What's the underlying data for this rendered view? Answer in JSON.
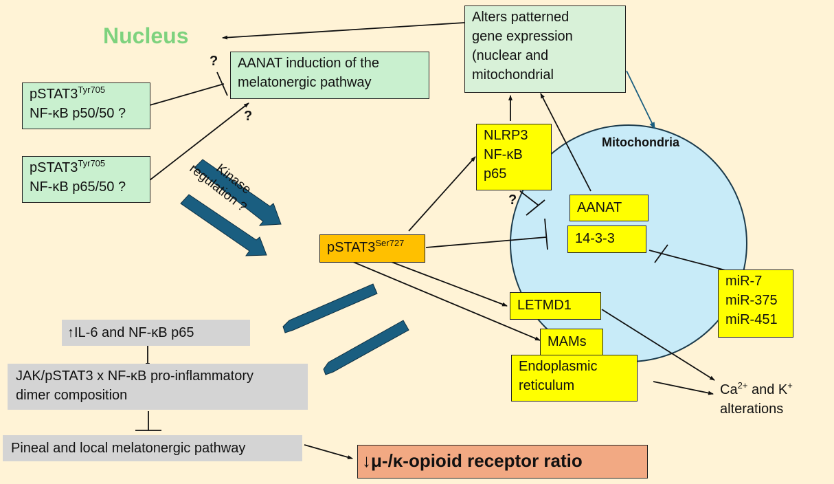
{
  "title": "Nucleus",
  "mitochondria_label": "Mitochondria",
  "colors": {
    "background": "#fff3d6",
    "nucleus_title": "#7ed27e",
    "green_box": "#c9f0cf",
    "yellow_box": "#ffff00",
    "orange_box": "#ffc000",
    "grey_box": "#d4d4d4",
    "salmon_box": "#f2a983",
    "mitochondria_fill": "#c8ebf8",
    "block_arrow": "#1a5e80"
  },
  "boxes": {
    "aanat_induction": {
      "line1": "AANAT induction of the",
      "line2": "melatonergic pathway"
    },
    "alters_expression": {
      "line1": "Alters patterned",
      "line2": "gene expression",
      "line3": "(nuclear and",
      "line4": "mitochondrial"
    },
    "pstat3_p5050": {
      "line1_base": "pSTAT3",
      "line1_sup": "Tyr705",
      "line2": "NF-κB p50/50 ?"
    },
    "pstat3_p6550": {
      "line1_base": "pSTAT3",
      "line1_sup": "Tyr705",
      "line2": "NF-κB p65/50 ?"
    },
    "nlrp3": {
      "line1": "NLRP3",
      "line2": "NF-κB",
      "line3": "p65"
    },
    "aanat": "AANAT",
    "fourteen33": "14-3-3",
    "pstat3_ser": {
      "base": "pSTAT3",
      "sup": "Ser727"
    },
    "letmd1": "LETMD1",
    "mams": "MAMs",
    "er": {
      "line1": "Endoplasmic",
      "line2": "reticulum"
    },
    "mirs": {
      "line1": "miR-7",
      "line2": "miR-375",
      "line3": "miR-451"
    },
    "ion": {
      "line1_a": "Ca",
      "line1_sup1": "2+",
      "line1_b": " and K",
      "line1_sup2": "+",
      "line2": "alterations"
    },
    "il6": {
      "arrow": "↑",
      "text": "IL-6 and NF-κB p65"
    },
    "jak": {
      "line1": "JAK/pSTAT3 x NF-κB pro-inflammatory",
      "line2": "dimer composition"
    },
    "pineal": "Pineal and local melatonergic pathway",
    "opioid": {
      "arrow": "↓",
      "text": "μ-/κ-opioid receptor ratio"
    }
  },
  "kinase_label": {
    "line1": "Kinase",
    "line2": "regulation ?"
  },
  "question_mark": "?"
}
